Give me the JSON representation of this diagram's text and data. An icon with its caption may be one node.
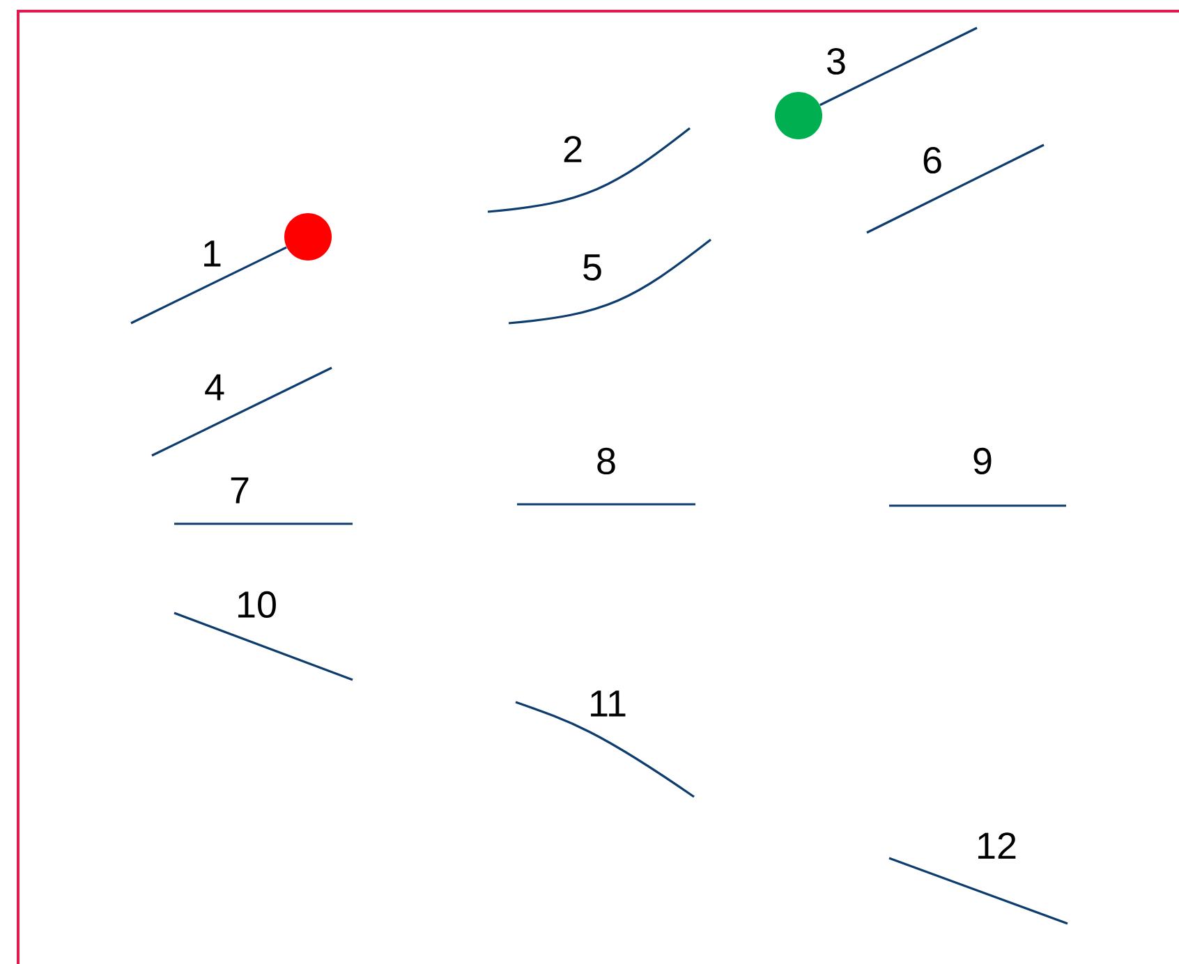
{
  "diagram": {
    "nodes": [
      {
        "text": [],
        "shape": "circle"
      },
      {
        "text": [],
        "shape": "circle"
      }
    ],
    "edges": [
      {
        "from": null,
        "to": 0,
        "arrow": "none",
        "label": "1"
      },
      {
        "from": 1,
        "to": null,
        "arrow": "none",
        "label": "3"
      }
    ],
    "labels": [
      "2",
      "4",
      "5",
      "6",
      "7",
      "8",
      "9",
      "10",
      "11",
      "12"
    ]
  }
}
